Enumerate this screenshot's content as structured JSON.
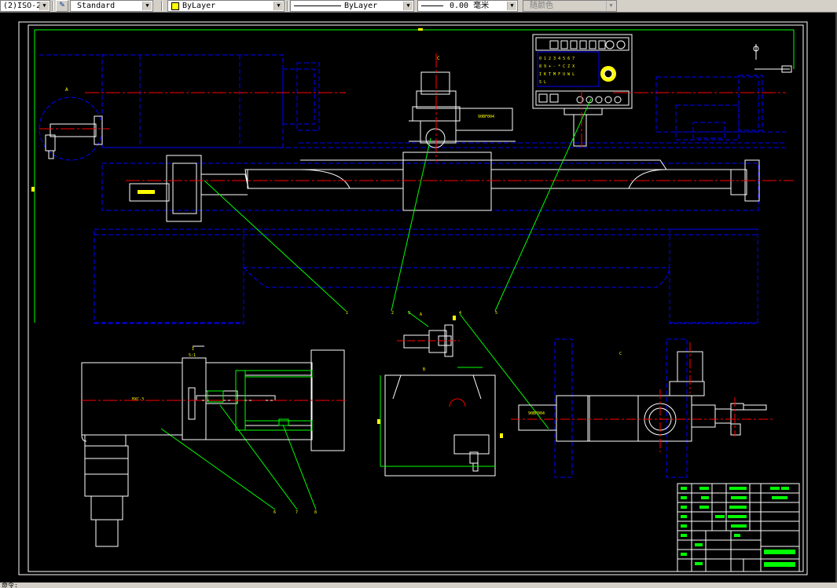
{
  "toolbar": {
    "dimstyle": "(2)ISO-2",
    "textstyle": "Standard",
    "layer": "ByLayer",
    "linetype": "ByLayer",
    "lineweight": "0.00 毫米",
    "color": "随颜色",
    "layer_color": "#ffff00"
  },
  "drawing": {
    "label_A1": "A",
    "label_C1": "C",
    "label_A2": "A",
    "label_B": "B",
    "label_C2": "C",
    "label_I": "I",
    "motor_label1": "90BF004",
    "motor_label2": "90BF004",
    "spindle_label": "BXC-3",
    "part_1": "1",
    "part_2": "2",
    "part_3": "3",
    "part_4": "4",
    "part_5": "5",
    "part_6": "6",
    "part_7": "7",
    "part_8": "8",
    "scale": "5:1",
    "keypad_row1": "0 1 2 3 4 5 6 7",
    "keypad_row2": "8 9 + - * C Z X",
    "keypad_row3": "I K T M F U W L",
    "keypad_row4": "S L"
  },
  "command": {
    "prompt": "命令:"
  },
  "colors": {
    "part": "#ffffff",
    "hidden": "#0000ff",
    "center": "#ff0000",
    "leader": "#00ff00",
    "text": "#ffff00"
  }
}
